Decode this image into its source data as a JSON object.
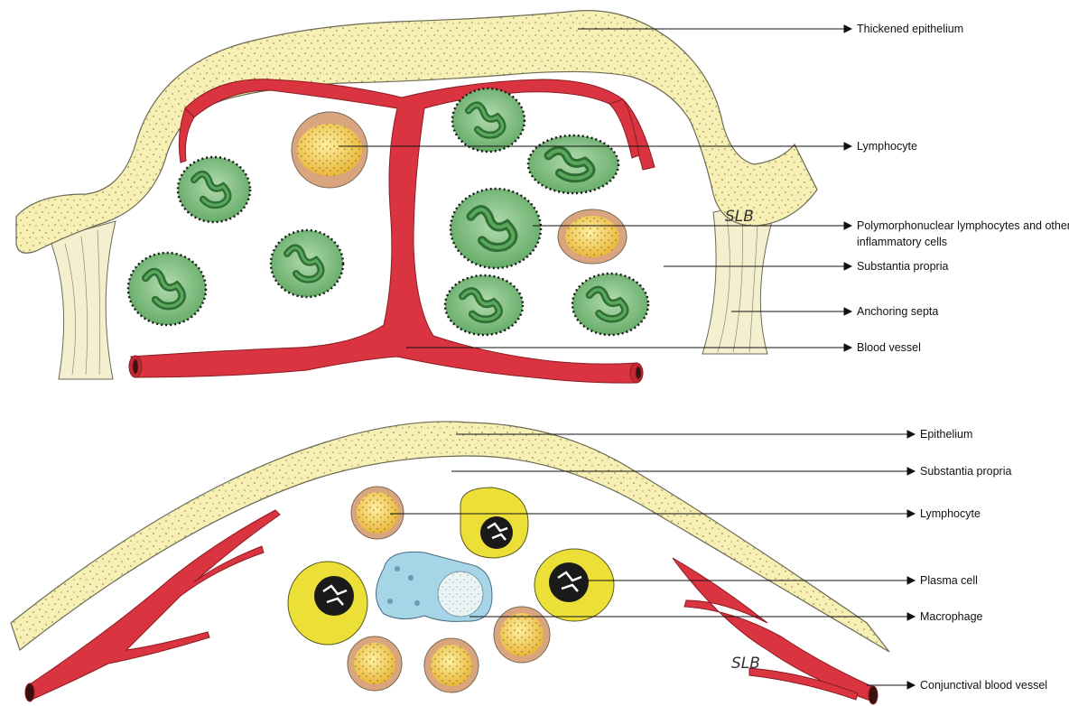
{
  "top_panel": {
    "labels": {
      "thickened_epithelium": "Thickened epithelium",
      "lymphocyte": "Lymphocyte",
      "polymorphonuclear": "Polymorphonuclear lymphocytes and other inflammatory cells",
      "substantia_propria": "Substantia propria",
      "anchoring_septa": "Anchoring septa",
      "blood_vessel": "Blood vessel"
    },
    "slb": "SLB"
  },
  "bottom_panel": {
    "labels": {
      "epithelium": "Epithelium",
      "substantia_propria": "Substantia propria",
      "lymphocyte": "Lymphocyte",
      "plasma_cell": "Plasma cell",
      "macrophage": "Macrophage",
      "conjunctival_blood_vessel": "Conjunctival blood vessel"
    },
    "slb": "SLB"
  },
  "colors": {
    "epithelium": "#f7efb4",
    "septa": "#f4efcf",
    "vessel": "#d9343f",
    "pmn": "#78b879",
    "lymphocyte": "#f2c94a",
    "lymph_rim": "#d9a57e",
    "plasma": "#ecdf38",
    "macrophage": "#a7d5e8"
  }
}
